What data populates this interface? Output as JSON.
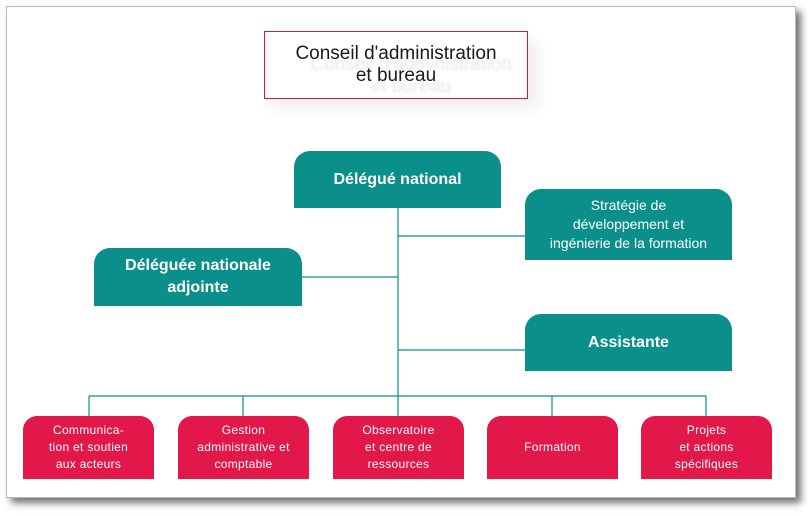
{
  "colors": {
    "teal": "#0a8f8a",
    "red": "#e2174a",
    "board_border": "#d2193f",
    "line": "#0a8f8a"
  },
  "board": {
    "label": "Conseil d'administration\net bureau"
  },
  "delegue": {
    "label": "Délégué national"
  },
  "strategie": {
    "label": "Stratégie de\ndéveloppement et\ningénierie de la formation"
  },
  "adjointe": {
    "label": "Déléguée nationale\nadjointe"
  },
  "assistante": {
    "label": "Assistante"
  },
  "departments": [
    {
      "label": "Communica-\ntion et soutien\naux acteurs"
    },
    {
      "label": "Gestion\nadministrative et\ncomptable"
    },
    {
      "label": "Observatoire\net centre de\nressources"
    },
    {
      "label": "Formation"
    },
    {
      "label": "Projets\net actions\nspécifiques"
    }
  ]
}
